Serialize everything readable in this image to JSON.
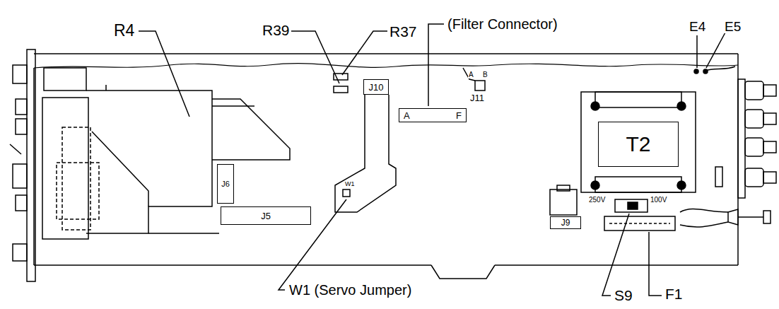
{
  "diagram": {
    "nodes": [
      {
        "text": [
          "J10"
        ]
      },
      {
        "text": [
          "A",
          "F"
        ]
      },
      {
        "text": [
          "T2"
        ]
      },
      {
        "text": [
          "J6"
        ]
      },
      {
        "text": [
          "J5"
        ]
      },
      {
        "text": [
          "J9"
        ]
      }
    ],
    "labels": [
      "R4",
      "R39",
      "R37",
      "(Filter Connector)",
      "E4",
      "E5",
      "A",
      "B",
      "J11",
      "W1",
      "250V",
      "100V",
      "W1 (Servo Jumper)",
      "S9",
      "F1"
    ]
  }
}
